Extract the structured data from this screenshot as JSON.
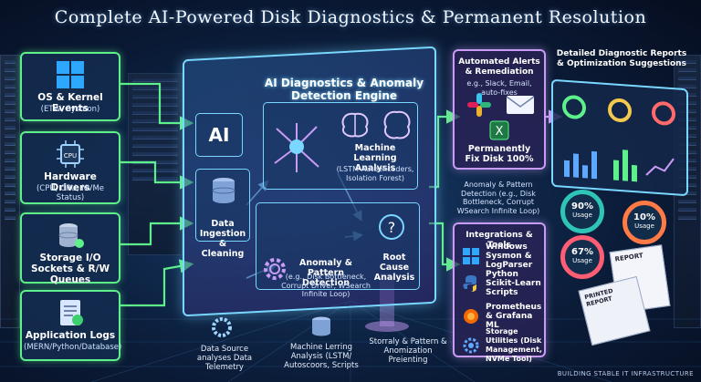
{
  "title": "Complete AI-Powered Disk Diagnostics & Permanent Resolution",
  "sources": [
    {
      "label": "OS & Kernel Events",
      "sub": "(ETW, Sysmon)",
      "icon": "windows-icon"
    },
    {
      "label": "Hardware Drivers",
      "sub": "(CPU, GPU, NVMe Status)",
      "icon": "cpu-chip-icon"
    },
    {
      "label": "Storage I/O Sockets & R/W Queues",
      "sub": "",
      "icon": "database-gear-icon"
    },
    {
      "label": "Application Logs",
      "sub": "(MERN/Python/Database)",
      "icon": "log-document-icon"
    }
  ],
  "engine": {
    "badge": "AI",
    "title": "AI Diagnostics & Anomaly Detection Engine",
    "ingestion": "Data Ingestion & Cleaning",
    "ml_title": "Machine Learning Analysis",
    "ml_sub": "(LSTM Autoencoders, Isolation Forest)",
    "anomaly_title": "Anomaly & Pattern Detection",
    "anomaly_sub": "(e.g., Disk Bottleneck, Corrupt Driver, WSearch Infinite Loop)",
    "rootcause": "Root Cause Analysis"
  },
  "alerts": {
    "title": "Automated Alerts & Remediation",
    "sub": "e.g., Slack, Email, auto-fixes",
    "fix": "Permanently Fix Disk 100%"
  },
  "pattern_note": "Anomaly & Pattern Detection (e.g., Disk Bottleneck, Corrupt WSearch Infinite Loop)",
  "integrations": {
    "title": "Integrations & Tools",
    "items": [
      {
        "label": "Windows Sysmon & LogParser",
        "icon": "windows-icon"
      },
      {
        "label": "Python Scikit-Learn Scripts",
        "icon": "python-icon"
      },
      {
        "label": "Prometheus & Grafana ML",
        "icon": "grafana-icon"
      },
      {
        "label": "Storage Utilities (Disk Management, NVMe Tool)",
        "icon": "gear-icon"
      }
    ]
  },
  "reports": {
    "title": "Detailed Diagnostic Reports & Optimization Suggestions",
    "usages": [
      "90%",
      "10%",
      "67%"
    ],
    "usage_word": "Usage",
    "report_label": "REPORT",
    "printed_label": "PRINTED REPORT"
  },
  "captions": {
    "telemetry": "Data Source analyses Data Telemetry",
    "ml": "Machine Lerring Analysis (LSTM/ Autoscoors, Scripts",
    "storage": "Storraly & Pattern & Anomization Preienting"
  },
  "footer": "BUILDING STABLE IT INFRASTRUCTURE",
  "colors": {
    "green": "#5ef08a",
    "cyan": "#7ad7ff",
    "purple": "#c89cf5"
  }
}
